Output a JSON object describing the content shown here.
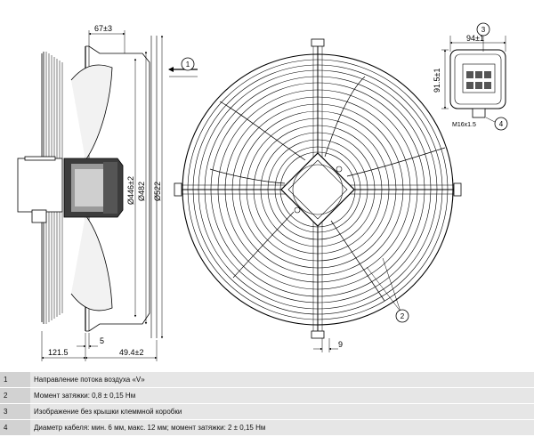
{
  "dimensions": {
    "top_offset": "67±3",
    "diam_inner": "Ø446±2",
    "diam_mid": "Ø482",
    "diam_outer": "Ø522",
    "left_width": "121.5",
    "mid_width": "5",
    "right_width": "49.4±2",
    "grille_gap": "9",
    "box_width": "94±1",
    "box_height": "91.5±1",
    "cable_gland": "M16x1.5"
  },
  "callouts": [
    "1",
    "2",
    "3",
    "4"
  ],
  "legend": [
    {
      "num": "1",
      "text": "Направление потока воздуха «V»"
    },
    {
      "num": "2",
      "text": "Момент затяжки: 0,8 ± 0,15 Нм"
    },
    {
      "num": "3",
      "text": "Изображение без крышки клеммной коробки"
    },
    {
      "num": "4",
      "text": "Диаметр кабеля: мин. 6 мм, макс. 12 мм; момент затяжки: 2 ± 0,15 Нм"
    }
  ]
}
